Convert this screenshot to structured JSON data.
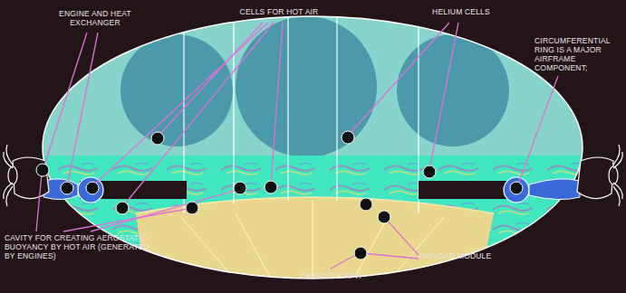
{
  "diagram": {
    "labels": [
      "ENGINE AND HEAT EXCHANGER",
      "CELLS FOR HOT AIR",
      "HELIUM CELLS",
      "CIRCUMFERENTIAL RING IS A MAJOR AIRFRAME COMPONENT;",
      "CAVITY FOR CREATING AEROSTATIC BUOYANCY BY HOT AIR (GENERATED BY ENGINES)",
      "CREW COCKPIT",
      "PAYLOAD MODULE"
    ]
  }
}
